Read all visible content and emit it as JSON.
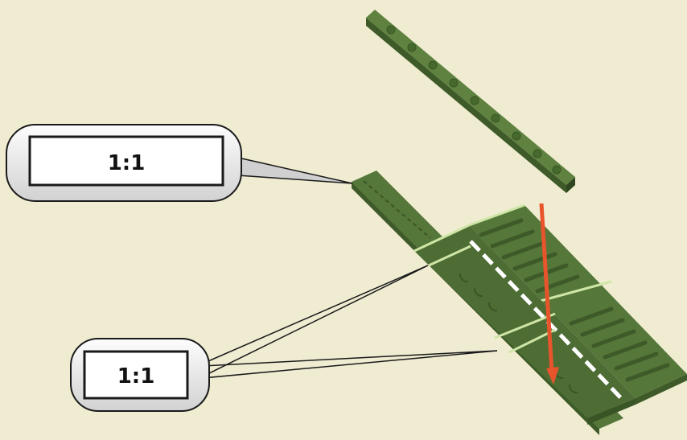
{
  "diagram": {
    "callouts": [
      {
        "id": "top",
        "label": "1:1"
      },
      {
        "id": "bottom",
        "label": "1:1"
      }
    ],
    "colors": {
      "background": "#f0ecd2",
      "part_green": "#55773a",
      "part_dark": "#3e5a28",
      "part_light": "#6d8f4b",
      "seam": "#cfe6a6",
      "arrow": "#e8542c"
    }
  }
}
